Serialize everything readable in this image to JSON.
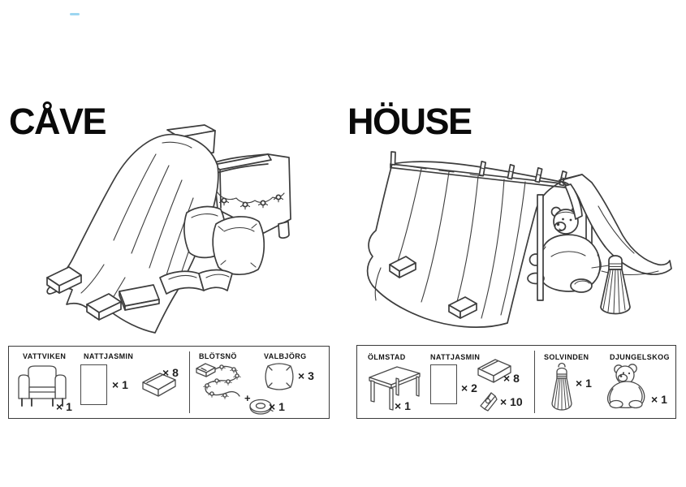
{
  "page": {
    "background": "#ffffff"
  },
  "colors": {
    "line": "#3d3d3d",
    "title": "#0a0a0a",
    "box_border": "#3a3a3a",
    "artifact_blue": "#8ccfee"
  },
  "cave_panel": {
    "title": "CÅVE",
    "drawing": "blanket-draped-over-armchair-with-string-lights-pillows-books-and-blanket-weights"
  },
  "house_panel": {
    "title": "HÖUSE",
    "drawing": "blanket-tent-on-poles-with-clothespins-teddy-bear-and-lantern"
  },
  "cave_parts": {
    "section1": {
      "item1": {
        "label": "VATTVIKEN",
        "icon": "armchair-icon",
        "qty": "× 1"
      },
      "item2": {
        "label": "NATTJASMIN",
        "icon1": "sheet-icon",
        "qty1": "× 1",
        "icon2": "folded-blanket-icon",
        "qty2": "× 8"
      }
    },
    "section2": {
      "item1": {
        "label": "BLÖTSNÖ",
        "icon1": "string-lights-icon",
        "plus": "+",
        "icon2": "tape-roll-icon",
        "qty2": "× 1"
      },
      "item2": {
        "label": "VALBJÖRG",
        "icon": "pillow-icon",
        "qty": "× 3"
      }
    }
  },
  "house_parts": {
    "section1": {
      "item1": {
        "label": "ÖLMSTAD",
        "icon": "table-icon",
        "qty": "× 1"
      },
      "item2": {
        "label": "NATTJASMIN",
        "icon1": "sheet-icon",
        "qty1": "× 2",
        "icon2": "folded-blanket-icon",
        "qty2": "× 8",
        "icon3": "clothespin-icon",
        "qty3": "× 10"
      }
    },
    "section2": {
      "item1": {
        "label": "SOLVINDEN",
        "icon": "lantern-icon",
        "qty": "× 1"
      },
      "item2": {
        "label": "DJUNGELSKOG",
        "icon": "teddy-bear-icon",
        "qty": "× 1"
      }
    }
  }
}
